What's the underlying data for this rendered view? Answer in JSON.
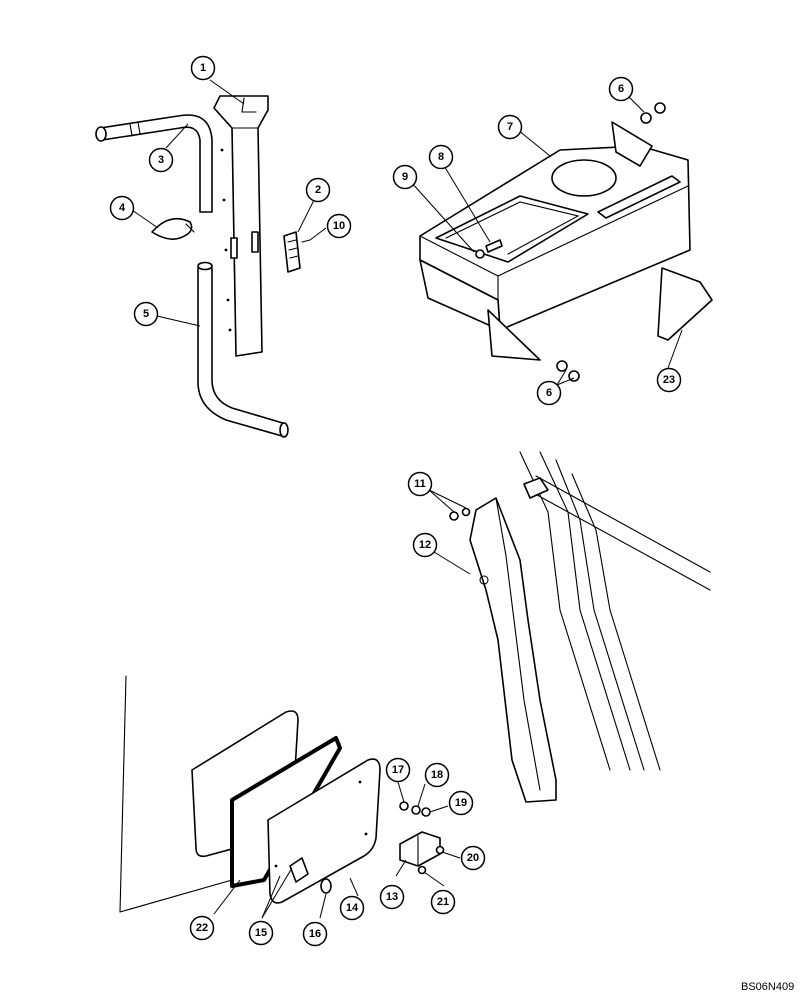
{
  "callouts": [
    {
      "label": "1"
    },
    {
      "label": "2"
    },
    {
      "label": "3"
    },
    {
      "label": "4"
    },
    {
      "label": "5"
    },
    {
      "label": "6"
    },
    {
      "label": "6"
    },
    {
      "label": "7"
    },
    {
      "label": "8"
    },
    {
      "label": "9"
    },
    {
      "label": "10"
    },
    {
      "label": "11"
    },
    {
      "label": "12"
    },
    {
      "label": "13"
    },
    {
      "label": "14"
    },
    {
      "label": "15"
    },
    {
      "label": "16"
    },
    {
      "label": "17"
    },
    {
      "label": "18"
    },
    {
      "label": "19"
    },
    {
      "label": "20"
    },
    {
      "label": "21"
    },
    {
      "label": "22"
    },
    {
      "label": "23"
    }
  ],
  "figure_id": "BS06N409"
}
